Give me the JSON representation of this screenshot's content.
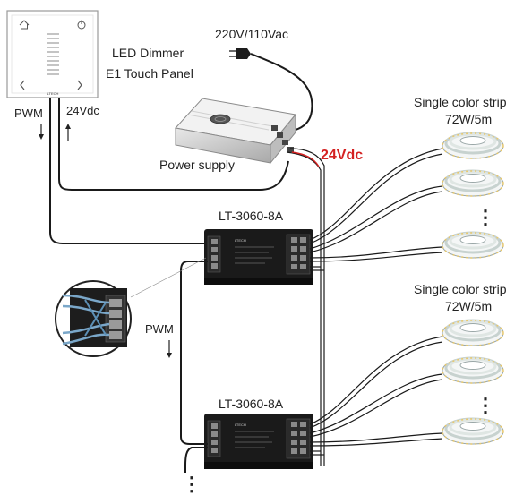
{
  "panel": {
    "title": "LED Dimmer",
    "subtitle": "E1 Touch Panel",
    "logo": "LTECH"
  },
  "mains": {
    "label": "220V/110Vac"
  },
  "power_supply": {
    "label": "Power supply"
  },
  "supply_voltage": {
    "label": "24Vdc",
    "color": "#d42020"
  },
  "panel_power": {
    "label": "24Vdc"
  },
  "pwm_top": {
    "label": "PWM"
  },
  "pwm_mid": {
    "label": "PWM"
  },
  "amplifier_1": {
    "label": "LT-3060-8A",
    "brand": "LTECH"
  },
  "amplifier_2": {
    "label": "LT-3060-8A",
    "brand": "LTECH"
  },
  "strip_group_1": {
    "line1": "Single color strip",
    "line2": "72W/5m"
  },
  "strip_group_2": {
    "line1": "Single color strip",
    "line2": "72W/5m"
  },
  "continuation": {
    "glyph": "⋮"
  }
}
